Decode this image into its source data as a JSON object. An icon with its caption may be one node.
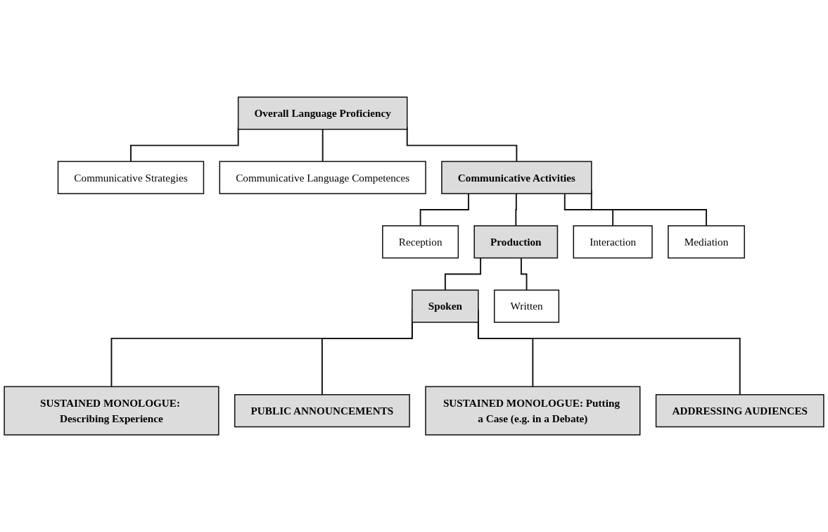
{
  "diagram": {
    "nodes": [
      {
        "text": [
          "Overall Language Proficiency"
        ]
      },
      {
        "text": [
          "Communicative Strategies"
        ]
      },
      {
        "text": [
          "Communicative Language Competences"
        ]
      },
      {
        "text": [
          "Communicative Activities"
        ]
      },
      {
        "text": [
          "Reception"
        ]
      },
      {
        "text": [
          "Production"
        ]
      },
      {
        "text": [
          "Interaction"
        ]
      },
      {
        "text": [
          "Mediation"
        ]
      },
      {
        "text": [
          "Spoken"
        ]
      },
      {
        "text": [
          "Written"
        ]
      },
      {
        "text": [
          "SUSTAINED MONOLOGUE: Describing Experience"
        ]
      },
      {
        "text": [
          "PUBLIC ANNOUNCEMENTS"
        ]
      },
      {
        "text": [
          "SUSTAINED MONOLOGUE: Putting a Case (e.g. in a Debate)"
        ]
      },
      {
        "text": [
          "ADDRESSING AUDIENCES"
        ]
      }
    ],
    "edges": [
      {
        "from": 0,
        "to": 1,
        "arrow": "none"
      },
      {
        "from": 0,
        "to": 2,
        "arrow": "none"
      },
      {
        "from": 0,
        "to": 3,
        "arrow": "none"
      },
      {
        "from": 3,
        "to": 4,
        "arrow": "none"
      },
      {
        "from": 3,
        "to": 5,
        "arrow": "none"
      },
      {
        "from": 3,
        "to": 6,
        "arrow": "none"
      },
      {
        "from": 3,
        "to": 7,
        "arrow": "none"
      },
      {
        "from": 5,
        "to": 8,
        "arrow": "none"
      },
      {
        "from": 5,
        "to": 9,
        "arrow": "none"
      },
      {
        "from": 8,
        "to": 10,
        "arrow": "none"
      },
      {
        "from": 8,
        "to": 11,
        "arrow": "none"
      },
      {
        "from": 8,
        "to": 12,
        "arrow": "none"
      },
      {
        "from": 8,
        "to": 13,
        "arrow": "none"
      }
    ]
  }
}
